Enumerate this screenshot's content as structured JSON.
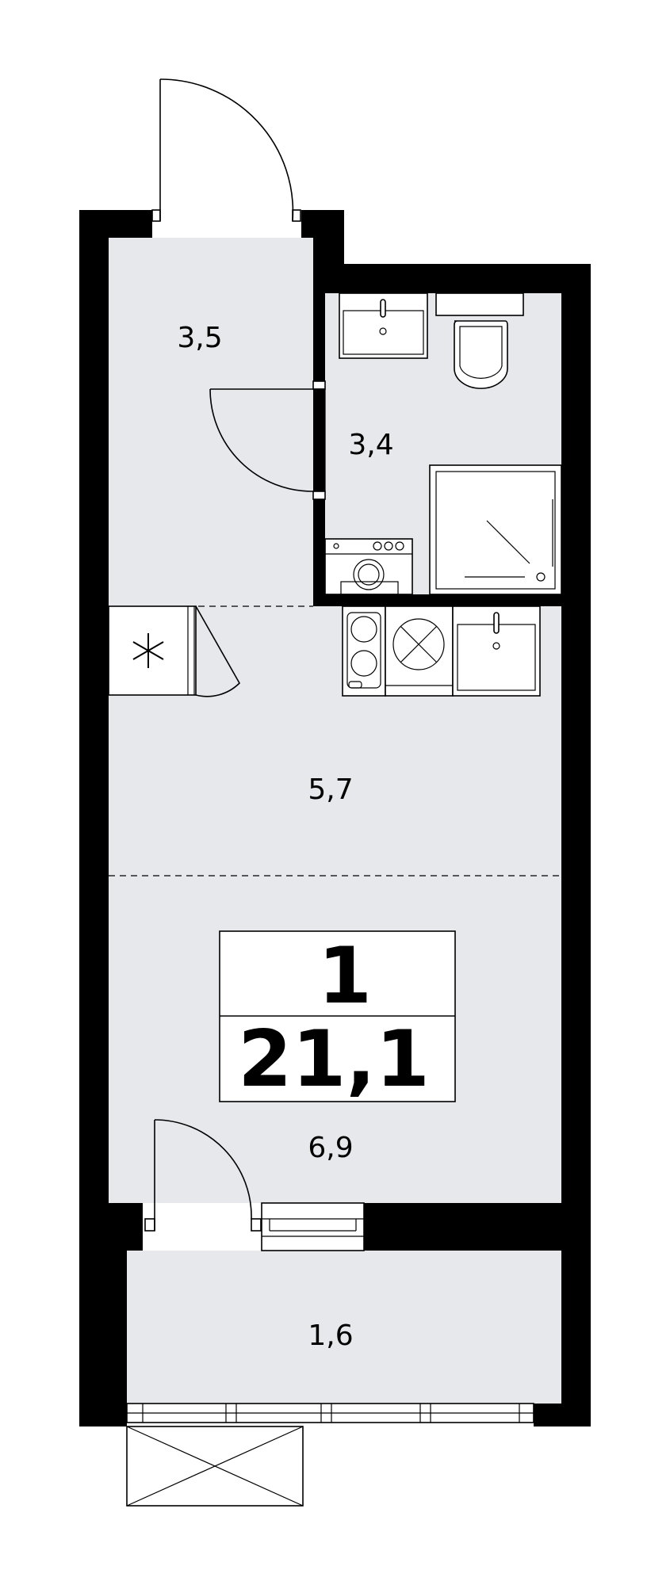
{
  "plan": {
    "rooms": [
      {
        "id": "hall",
        "area": "3,5"
      },
      {
        "id": "bathroom",
        "area": "3,4"
      },
      {
        "id": "kitchen",
        "area": "5,7"
      },
      {
        "id": "living",
        "area": "6,9"
      },
      {
        "id": "balcony",
        "area": "1,6"
      }
    ],
    "summary": {
      "rooms_count": "1",
      "total_area": "21,1"
    },
    "colors": {
      "wall": "#000000",
      "floor": "#e6e8eb",
      "line": "#000000",
      "background": "#ffffff"
    }
  }
}
